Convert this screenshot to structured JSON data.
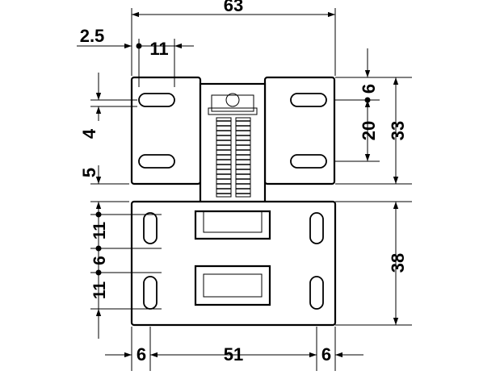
{
  "drawing": {
    "top_dimensions": {
      "overall_width": "63",
      "edge_offset": "2.5",
      "slot_spacing_top": "11"
    },
    "left_dimensions": {
      "upper": "4",
      "gap": "5",
      "stack_1": "11",
      "stack_2": "6",
      "stack_3": "11"
    },
    "right_dimensions": {
      "slot_offset": "6",
      "slot_spacing": "20",
      "upper_height": "33",
      "lower_height": "38"
    },
    "bottom_dimensions": {
      "left_margin": "6",
      "hole_spacing": "51",
      "right_margin": "6"
    }
  }
}
